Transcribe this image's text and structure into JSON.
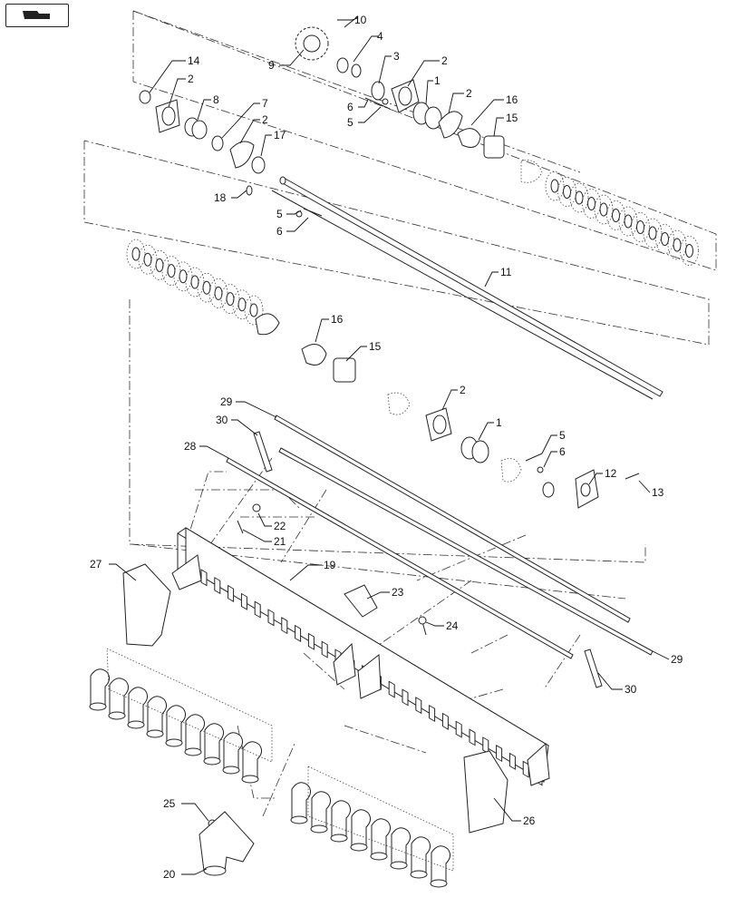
{
  "diagram": {
    "type": "exploded-parts-view",
    "nav_button_icon": "return-arrow-icon",
    "callouts": [
      {
        "id": "c10",
        "label": "10"
      },
      {
        "id": "c4",
        "label": "4"
      },
      {
        "id": "c9",
        "label": "9"
      },
      {
        "id": "c14",
        "label": "14"
      },
      {
        "id": "c2a",
        "label": "2"
      },
      {
        "id": "c3",
        "label": "3"
      },
      {
        "id": "c2b",
        "label": "2"
      },
      {
        "id": "c1a",
        "label": "1"
      },
      {
        "id": "c2c",
        "label": "2"
      },
      {
        "id": "c16a",
        "label": "16"
      },
      {
        "id": "c15a",
        "label": "15"
      },
      {
        "id": "c8",
        "label": "8"
      },
      {
        "id": "c7",
        "label": "7"
      },
      {
        "id": "c2d",
        "label": "2"
      },
      {
        "id": "c6a",
        "label": "6"
      },
      {
        "id": "c5a",
        "label": "5"
      },
      {
        "id": "c17",
        "label": "17"
      },
      {
        "id": "c18",
        "label": "18"
      },
      {
        "id": "c5b",
        "label": "5"
      },
      {
        "id": "c6b",
        "label": "6"
      },
      {
        "id": "c11",
        "label": "11"
      },
      {
        "id": "c16b",
        "label": "16"
      },
      {
        "id": "c15b",
        "label": "15"
      },
      {
        "id": "c2e",
        "label": "2"
      },
      {
        "id": "c1b",
        "label": "1"
      },
      {
        "id": "c5c",
        "label": "5"
      },
      {
        "id": "c6c",
        "label": "6"
      },
      {
        "id": "c12",
        "label": "12"
      },
      {
        "id": "c13",
        "label": "13"
      },
      {
        "id": "c29a",
        "label": "29"
      },
      {
        "id": "c30a",
        "label": "30"
      },
      {
        "id": "c28",
        "label": "28"
      },
      {
        "id": "c22",
        "label": "22"
      },
      {
        "id": "c21",
        "label": "21"
      },
      {
        "id": "c27",
        "label": "27"
      },
      {
        "id": "c19",
        "label": "19"
      },
      {
        "id": "c23",
        "label": "23"
      },
      {
        "id": "c24",
        "label": "24"
      },
      {
        "id": "c29b",
        "label": "29"
      },
      {
        "id": "c30b",
        "label": "30"
      },
      {
        "id": "c26",
        "label": "26"
      },
      {
        "id": "c25",
        "label": "25"
      },
      {
        "id": "c20",
        "label": "20"
      }
    ]
  }
}
